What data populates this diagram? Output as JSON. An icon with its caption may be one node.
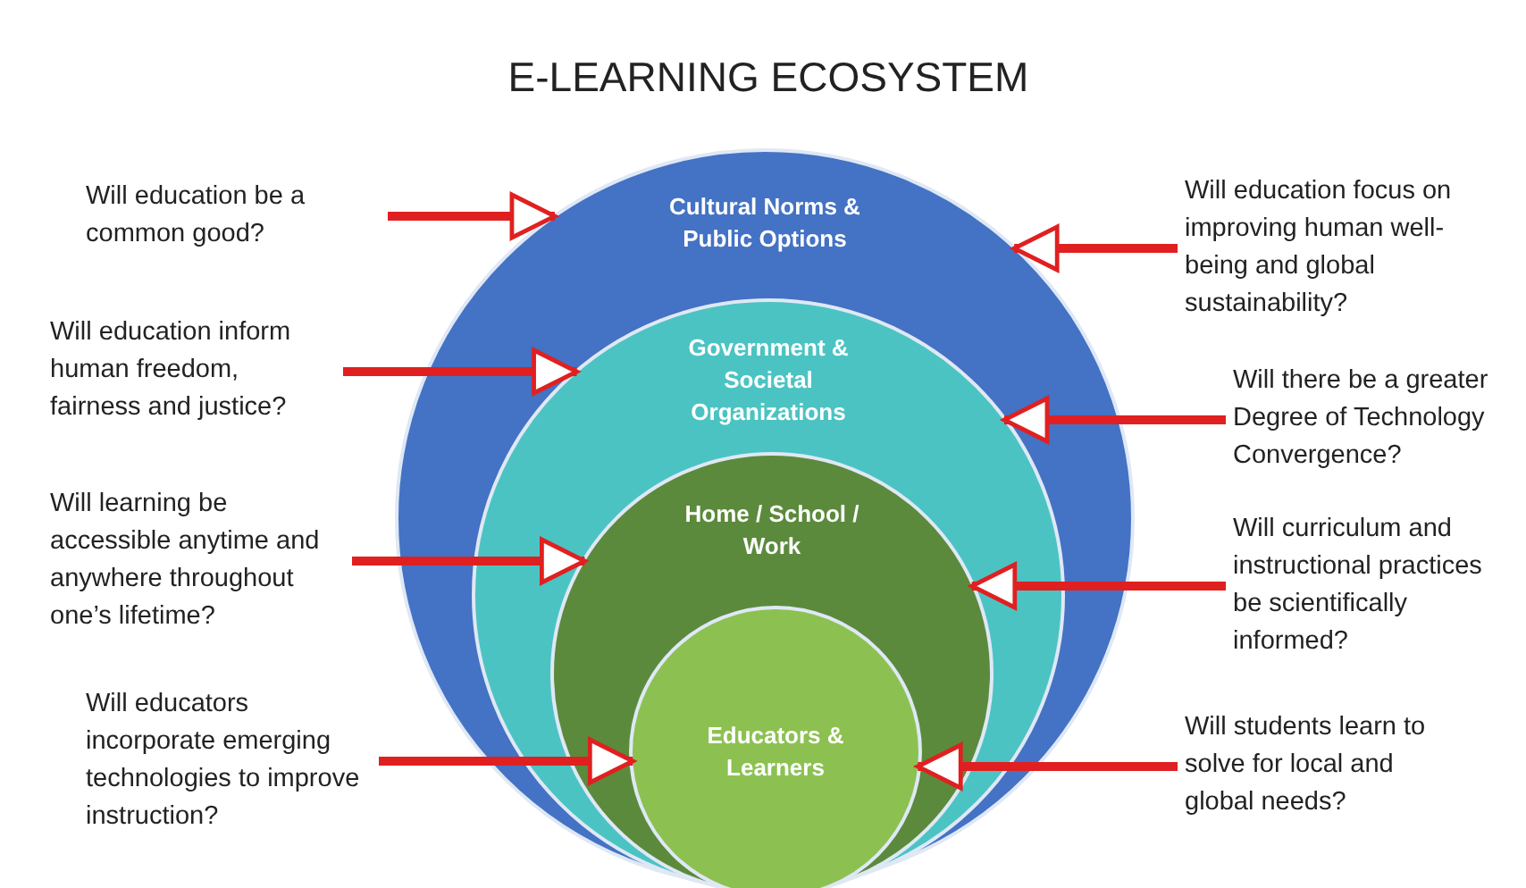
{
  "diagram": {
    "title": "E-LEARNING ECOSYSTEM",
    "nodes": [
      {
        "text": [
          "Cultural Norms & Public Options"
        ]
      },
      {
        "text": [
          "Government & Societal Organizations"
        ],
        "in": 0
      },
      {
        "text": [
          "Home / School / Work"
        ],
        "in": 1
      },
      {
        "text": [
          "Educators & Learners"
        ],
        "in": 2
      },
      {
        "text": [
          "Will education be a common good?"
        ]
      },
      {
        "text": [
          "Will education focus on improving human well-being and global sustainability?"
        ]
      },
      {
        "text": [
          "Will education inform human freedom, fairness and justice?"
        ]
      },
      {
        "text": [
          "Will there be a greater Degree of Technology Convergence?"
        ]
      },
      {
        "text": [
          "Will learning be accessible anytime and anywhere throughout one’s lifetime?"
        ]
      },
      {
        "text": [
          "Will curriculum and instructional practices be scientifically informed?"
        ]
      },
      {
        "text": [
          "Will educators incorporate emerging technologies to improve instruction?"
        ]
      },
      {
        "text": [
          "Will students learn to solve for local and global needs?"
        ]
      }
    ],
    "edges": [
      {
        "from": 4,
        "to": 0,
        "arrow": "to",
        "color": "#e02020"
      },
      {
        "from": 5,
        "to": 0,
        "arrow": "to",
        "color": "#e02020"
      },
      {
        "from": 6,
        "to": 1,
        "arrow": "to",
        "color": "#e02020"
      },
      {
        "from": 7,
        "to": 1,
        "arrow": "to",
        "color": "#e02020"
      },
      {
        "from": 8,
        "to": 2,
        "arrow": "to",
        "color": "#e02020"
      },
      {
        "from": 9,
        "to": 2,
        "arrow": "to",
        "color": "#e02020"
      },
      {
        "from": 10,
        "to": 3,
        "arrow": "to",
        "color": "#e02020"
      },
      {
        "from": 11,
        "to": 3,
        "arrow": "to",
        "color": "#e02020"
      }
    ]
  }
}
